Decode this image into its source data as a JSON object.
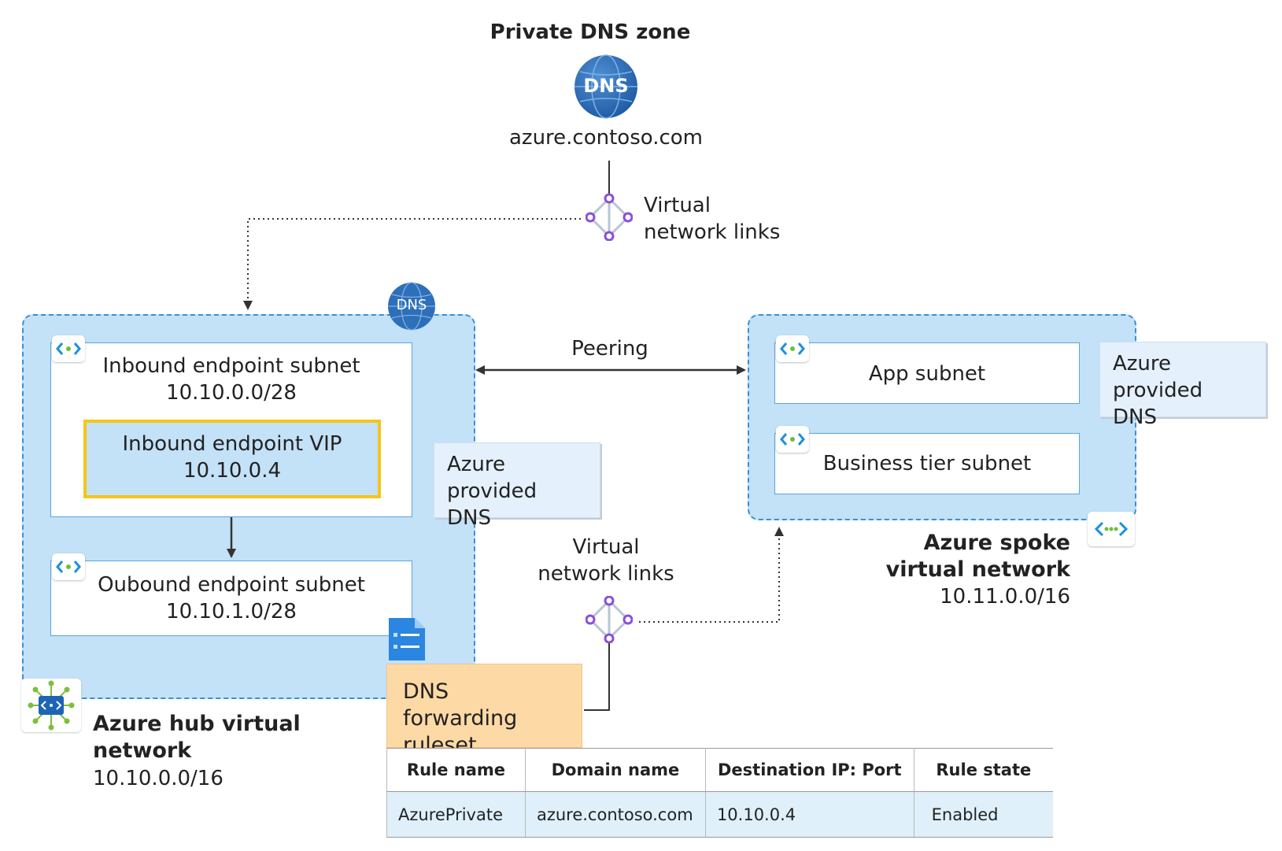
{
  "private_dns_zone": {
    "title": "Private DNS zone",
    "icon_text": "DNS",
    "domain": "azure.contoso.com"
  },
  "virtual_network_links_top": {
    "line1": "Virtual",
    "line2": "network links"
  },
  "virtual_network_links_bottom": {
    "line1": "Virtual",
    "line2": "network links"
  },
  "peering_label": "Peering",
  "hub_vnet": {
    "dns_badge_text": "DNS",
    "name_line1": "Azure hub virtual",
    "name_line2": "network",
    "cidr": "10.10.0.0/16",
    "inbound_subnet": {
      "name": "Inbound endpoint subnet",
      "cidr": "10.10.0.0/28"
    },
    "inbound_vip": {
      "name": "Inbound endpoint VIP",
      "ip": "10.10.0.4"
    },
    "outbound_subnet": {
      "name": "Oubound endpoint subnet",
      "cidr": "10.10.1.0/28"
    },
    "azure_dns": {
      "line1": "Azure",
      "line2": "provided DNS"
    }
  },
  "spoke_vnet": {
    "name_line1": "Azure spoke",
    "name_line2": "virtual network",
    "cidr": "10.11.0.0/16",
    "app_subnet": "App subnet",
    "business_subnet": "Business tier subnet",
    "azure_dns": {
      "line1": "Azure",
      "line2": "provided DNS"
    }
  },
  "ruleset": {
    "line1": "DNS forwarding",
    "line2": "ruleset",
    "table": {
      "headers": [
        "Rule name",
        "Domain name",
        "Destination IP: Port",
        "Rule state"
      ],
      "rows": [
        [
          "AzurePrivate",
          "azure.contoso.com",
          "10.10.0.4",
          "Enabled"
        ]
      ]
    }
  },
  "colors": {
    "vnet_fill": "#c3e1f7",
    "vnet_border": "#3b8fd6",
    "vip_border": "#f5c518",
    "ruleset_fill": "#fdd9a6",
    "dns_globe": "#2d6fb8",
    "link_purple": "#8c4fd6"
  }
}
